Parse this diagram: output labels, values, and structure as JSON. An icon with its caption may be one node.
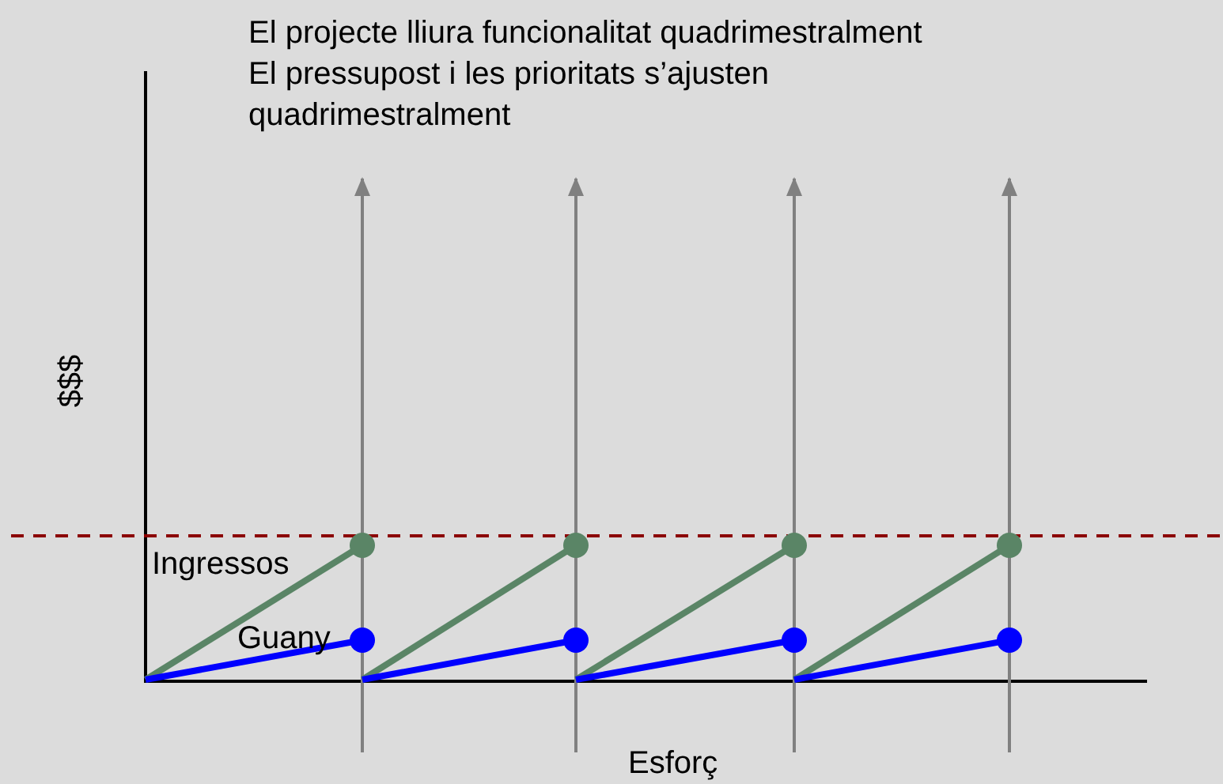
{
  "diagram": {
    "labels": [
      "El projecte lliura funcionalitat quadrimestralment",
      "El pressupost i les prioritats s’ajusten quadrimestralment",
      "$$$",
      "Ingressos",
      "Guany",
      "Esforç"
    ]
  }
}
